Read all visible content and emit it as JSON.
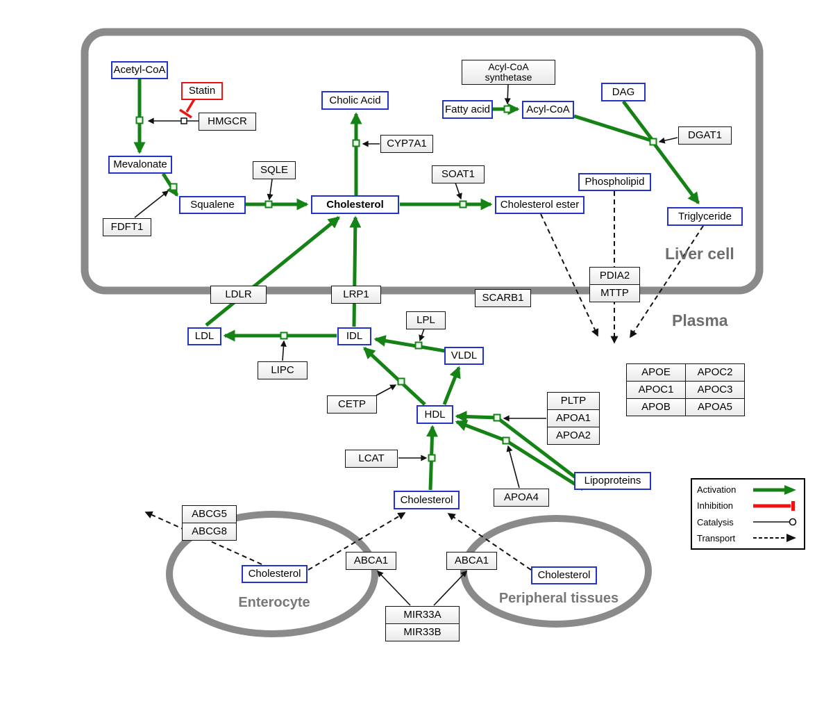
{
  "regions": {
    "liver_cell": "Liver cell",
    "plasma": "Plasma",
    "enterocyte": "Enterocyte",
    "peripheral": "Peripheral tissues"
  },
  "nodes": {
    "acetyl_coa": "Acetyl-CoA",
    "statin": "Statin",
    "hmgcr": "HMGCR",
    "mevalonate": "Mevalonate",
    "fdft1": "FDFT1",
    "squalene": "Squalene",
    "sqle": "SQLE",
    "cholesterol_liver": "Cholesterol",
    "cholic_acid": "Cholic Acid",
    "cyp7a1": "CYP7A1",
    "soat1": "SOAT1",
    "cholesterol_ester": "Cholesterol ester",
    "fatty_acid": "Fatty acid",
    "acs_line1": "Acyl-CoA",
    "acs_line2": "synthetase",
    "acyl_coa": "Acyl-CoA",
    "dag": "DAG",
    "dgat1": "DGAT1",
    "phospholipid": "Phospholipid",
    "triglyceride": "Triglyceride",
    "pdia2": "PDIA2",
    "mttp": "MTTP",
    "ldlr": "LDLR",
    "lrp1": "LRP1",
    "scarb1": "SCARB1",
    "ldl": "LDL",
    "idl": "IDL",
    "lipc": "LIPC",
    "lpl": "LPL",
    "vldl": "VLDL",
    "cetp": "CETP",
    "hdl": "HDL",
    "lcat": "LCAT",
    "pltp": "PLTP",
    "apoa1": "APOA1",
    "apoa2": "APOA2",
    "apoa4": "APOA4",
    "lipoproteins": "Lipoproteins",
    "cholesterol_plasma": "Cholesterol",
    "apoe": "APOE",
    "apoc2": "APOC2",
    "apoc1": "APOC1",
    "apoc3": "APOC3",
    "apob": "APOB",
    "apoa5": "APOA5",
    "abcg5": "ABCG5",
    "abcg8": "ABCG8",
    "cholesterol_enterocyte": "Cholesterol",
    "abca1_enterocyte": "ABCA1",
    "abca1_peripheral": "ABCA1",
    "cholesterol_peripheral": "Cholesterol",
    "mir33a": "MIR33A",
    "mir33b": "MIR33B"
  },
  "legend": {
    "activation": "Activation",
    "inhibition": "Inhibition",
    "catalysis": "Catalysis",
    "transport": "Transport"
  },
  "colors": {
    "activation_green": "#148214",
    "inhibition_red": "#ee1212",
    "metabolite_border_blue": "#2233cc",
    "membrane_gray": "#8a8a8a",
    "gene_border_black": "#111111"
  }
}
